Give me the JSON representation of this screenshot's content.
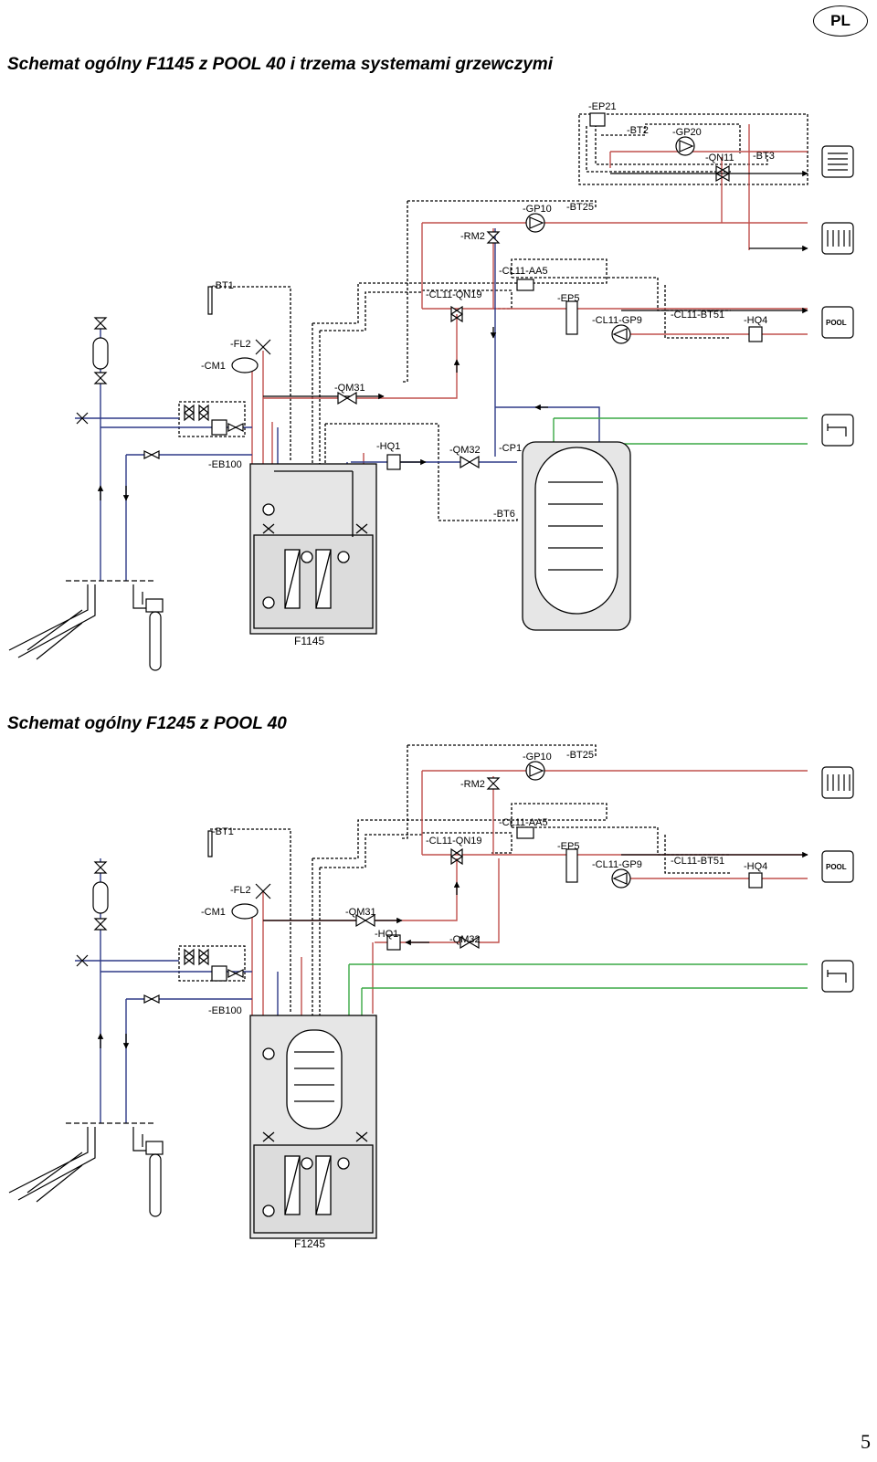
{
  "badge": "PL",
  "page_number": "5",
  "colors": {
    "hot": "#c0504d",
    "cold": "#2e3a87",
    "green": "#3aa845",
    "dashed": "#000000",
    "panel": "#e6e6e6"
  },
  "diagram1": {
    "title": "Schemat ogólny F1145 z POOL 40 i trzema systemami grzewczymi",
    "unit_label": "F1145",
    "labels": {
      "EP21": "-EP21",
      "BT2": "-BT2",
      "GP20": "-GP20",
      "QN11": "-QN11",
      "BT3": "-BT3",
      "GP10": "-GP10",
      "BT25": "-BT25",
      "RM2": "-RM2",
      "AA5": "-CL11-AA5",
      "QN19": "-CL11-QN19",
      "EP5": "-EP5",
      "GP9": "-CL11-GP9",
      "BT51": "-CL11-BT51",
      "HQ4": "-HQ4",
      "BT1": "-BT1",
      "FL2": "-FL2",
      "CM1": "-CM1",
      "QM31": "-QM31",
      "HQ1": "-HQ1",
      "QM32": "-QM32",
      "CP1": "-CP1",
      "EB100": "-EB100",
      "BT6": "-BT6"
    },
    "pool_icon_text": "POOL"
  },
  "diagram2": {
    "title": "Schemat ogólny F1245 z POOL 40",
    "unit_label": "F1245",
    "labels": {
      "GP10": "-GP10",
      "BT25": "-BT25",
      "RM2": "-RM2",
      "AA5": "-CL11-AA5",
      "QN19": "-CL11-QN19",
      "EP5": "-EP5",
      "GP9": "-CL11-GP9",
      "BT51": "-CL11-BT51",
      "HQ4": "-HQ4",
      "BT1": "-BT1",
      "FL2": "-FL2",
      "CM1": "-CM1",
      "QM31": "-QM31",
      "HQ1": "-HQ1",
      "QM32": "-QM32",
      "EB100": "-EB100"
    },
    "pool_icon_text": "POOL"
  }
}
